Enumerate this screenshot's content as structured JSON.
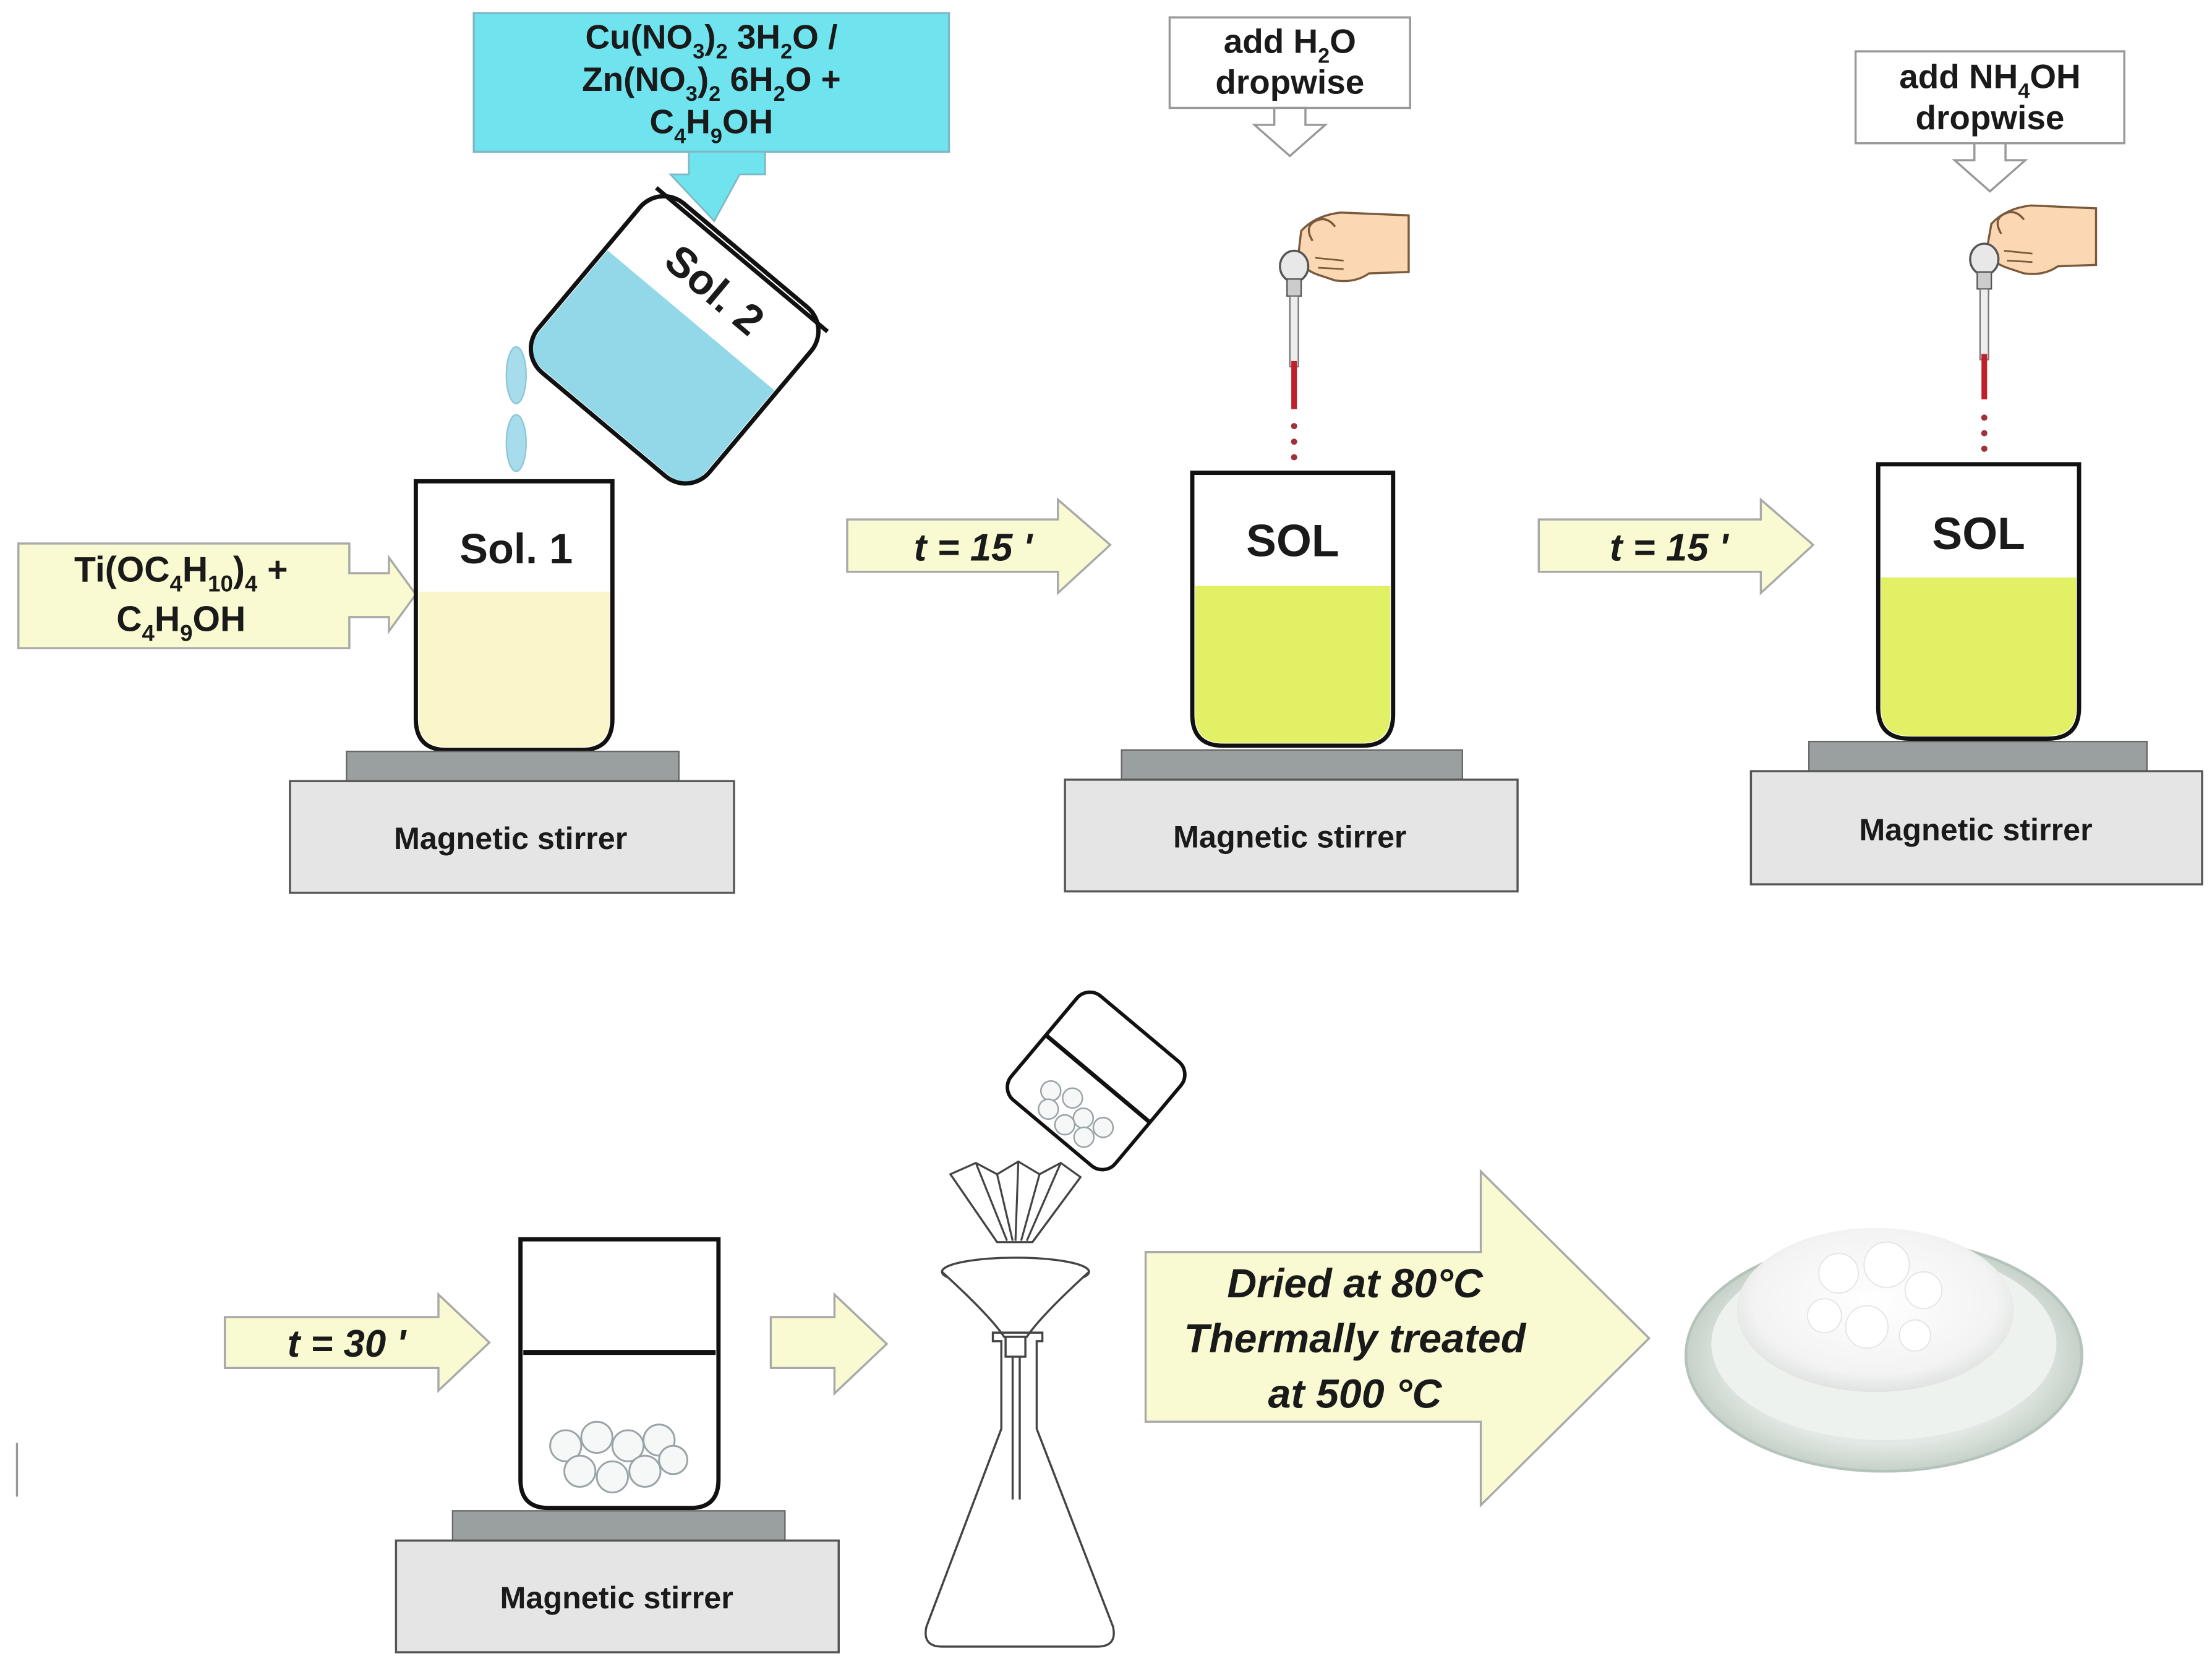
{
  "solution2_label": {
    "line1": {
      "t1": "Cu(NO",
      "s1": "3",
      "t2": ")",
      "s2": "2",
      "t3": " 3H",
      "s3": "2",
      "t4": "O /"
    },
    "line2": {
      "t1": "Zn(NO",
      "s1": "3",
      "t2": ")",
      "s2": "2",
      "t3": " 6H",
      "s3": "2",
      "t4": "O  +"
    },
    "line3": {
      "t1": "C",
      "s1": "4",
      "t2": "H",
      "s2": "9",
      "t3": "OH"
    }
  },
  "solution1_label": {
    "line1": {
      "t1": "Ti(OC",
      "s1": "4",
      "t2": "H",
      "s2": "10",
      "t3": ")",
      "s3": "4",
      "t4": " +"
    },
    "line2": {
      "t1": "C",
      "s1": "4",
      "t2": "H",
      "s2": "9",
      "t3": "OH"
    }
  },
  "add_water_label": {
    "line1": {
      "t1": "add H",
      "s1": "2",
      "t2": "O"
    },
    "line2": "dropwise"
  },
  "add_ammonia_label": {
    "line1": {
      "t1": "add NH",
      "s1": "4",
      "t2": "OH"
    },
    "line2": "dropwise"
  },
  "beakers": {
    "sol1": "Sol. 1",
    "sol2": "Sol. 2",
    "sol_a": "SOL",
    "sol_b": "SOL"
  },
  "stirrer_label": "Magnetic stirrer",
  "time_steps": {
    "step1": "t = 15 '",
    "step2": "t = 15 '",
    "step3": "t = 30 '"
  },
  "treatment": {
    "line1": "Dried at 80°C",
    "line2": "Thermally treated",
    "line3": "at 500 °C"
  },
  "colors": {
    "solution2_box": "#6fe3ee",
    "solution2_liquid": "#92d8e8",
    "solution1_liquid": "#fbf6c9",
    "sol_liquid": "#e1f064",
    "arrow_fill": "#fafad2",
    "stirrer_base": "#e4e5e4",
    "stirrer_plate": "#9aa09f",
    "dropper_red": "#c0202a",
    "powder_dish": "#d5e0d8"
  },
  "icons": {
    "hand": "hand-icon",
    "dropper": "dropper-icon",
    "filter_paper": "filter-paper-icon",
    "funnel": "funnel-icon",
    "flask": "erlenmeyer-flask-icon",
    "powder": "powder-dish-icon"
  }
}
